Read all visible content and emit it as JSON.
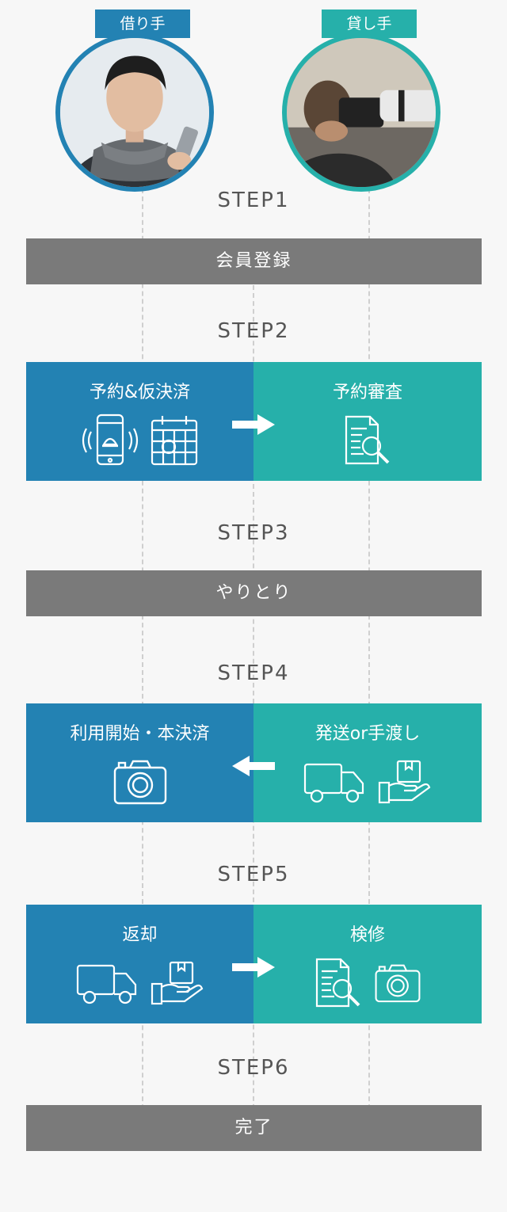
{
  "roles": {
    "borrower": "借り手",
    "lender": "貸し手"
  },
  "steps": [
    {
      "label": "STEP1",
      "bar": "会員登録"
    },
    {
      "label": "STEP2",
      "left": "予約&仮決済",
      "right": "予約審査",
      "arrow": "right"
    },
    {
      "label": "STEP3",
      "bar": "やりとり"
    },
    {
      "label": "STEP4",
      "left": "利用開始・本決済",
      "right": "発送or手渡し",
      "arrow": "left"
    },
    {
      "label": "STEP5",
      "left": "返却",
      "right": "検修",
      "arrow": "right"
    },
    {
      "label": "STEP6",
      "bar": "完了"
    }
  ],
  "icons": {
    "step2_left": [
      "phone-ringing-icon",
      "calendar-icon"
    ],
    "step2_right": [
      "document-search-icon"
    ],
    "step4_left": [
      "camera-icon"
    ],
    "step4_right": [
      "delivery-truck-icon",
      "hand-package-icon"
    ],
    "step5_left": [
      "delivery-truck-icon",
      "hand-package-icon"
    ],
    "step5_right": [
      "document-search-icon",
      "camera-icon"
    ]
  },
  "colors": {
    "borrower": "#2382b3",
    "lender": "#26b0aa",
    "bar": "#7a7a7a",
    "background": "#f7f7f7"
  }
}
